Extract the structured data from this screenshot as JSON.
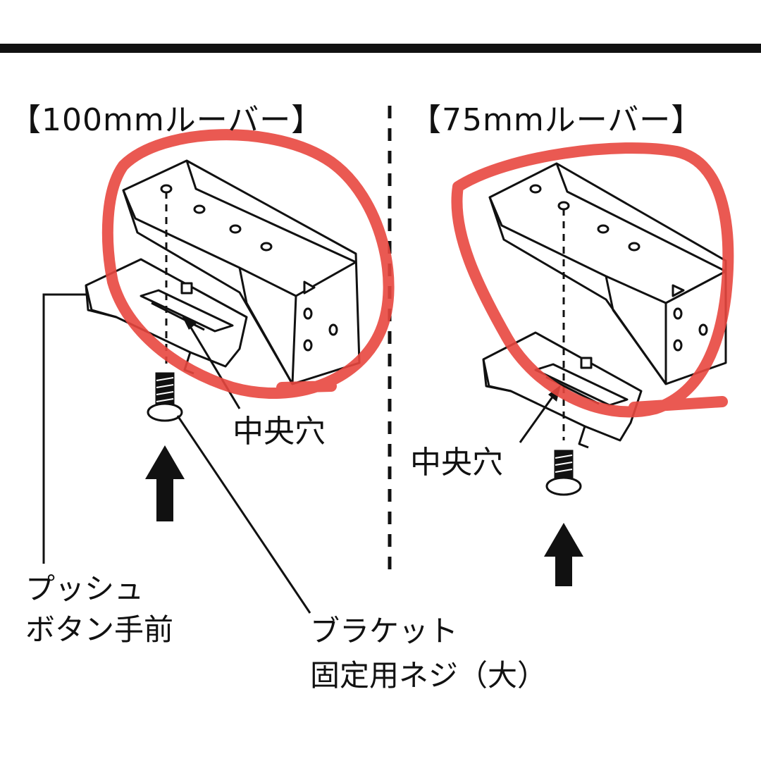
{
  "panels": {
    "left": {
      "title": "【100mmルーバー】",
      "center_hole_label": "中央穴"
    },
    "right": {
      "title": "【75mmルーバー】",
      "center_hole_label": "中央穴"
    }
  },
  "callouts": {
    "push_button_line1": "プッシュ",
    "push_button_line2": "ボタン手前",
    "screw_line1": "ブラケット",
    "screw_line2": "固定用ネジ（大）"
  },
  "colors": {
    "highlight": "#e8473f",
    "ink": "#111111",
    "background": "#ffffff"
  },
  "icons": [
    "arrow-up-icon",
    "screw-icon",
    "bracket-icon",
    "louver-clip-icon"
  ]
}
